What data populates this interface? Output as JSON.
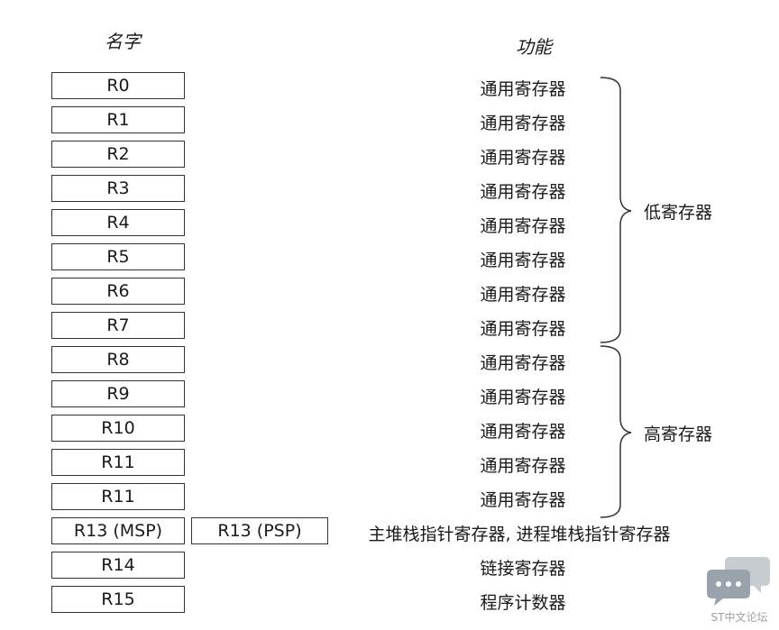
{
  "headers": {
    "name": "名字",
    "function": "功能"
  },
  "rows": [
    {
      "name": "R0",
      "function": "通用寄存器"
    },
    {
      "name": "R1",
      "function": "通用寄存器"
    },
    {
      "name": "R2",
      "function": "通用寄存器"
    },
    {
      "name": "R3",
      "function": "通用寄存器"
    },
    {
      "name": "R4",
      "function": "通用寄存器"
    },
    {
      "name": "R5",
      "function": "通用寄存器"
    },
    {
      "name": "R6",
      "function": "通用寄存器"
    },
    {
      "name": "R7",
      "function": "通用寄存器"
    },
    {
      "name": "R8",
      "function": "通用寄存器"
    },
    {
      "name": "R9",
      "function": "通用寄存器"
    },
    {
      "name": "R10",
      "function": "通用寄存器"
    },
    {
      "name": "R11",
      "function": "通用寄存器"
    },
    {
      "name": "R11",
      "function": "通用寄存器"
    },
    {
      "name": "R13 (MSP)",
      "name2": "R13 (PSP)",
      "function": "主堆栈指针寄存器, 进程堆栈指针寄存器"
    },
    {
      "name": "R14",
      "function": "链接寄存器"
    },
    {
      "name": "R15",
      "function": "程序计数器"
    }
  ],
  "groups": {
    "low": "低寄存器",
    "high": "高寄存器"
  },
  "watermark": {
    "text": "ST中文论坛",
    "icon": "chat-bubbles-icon"
  }
}
